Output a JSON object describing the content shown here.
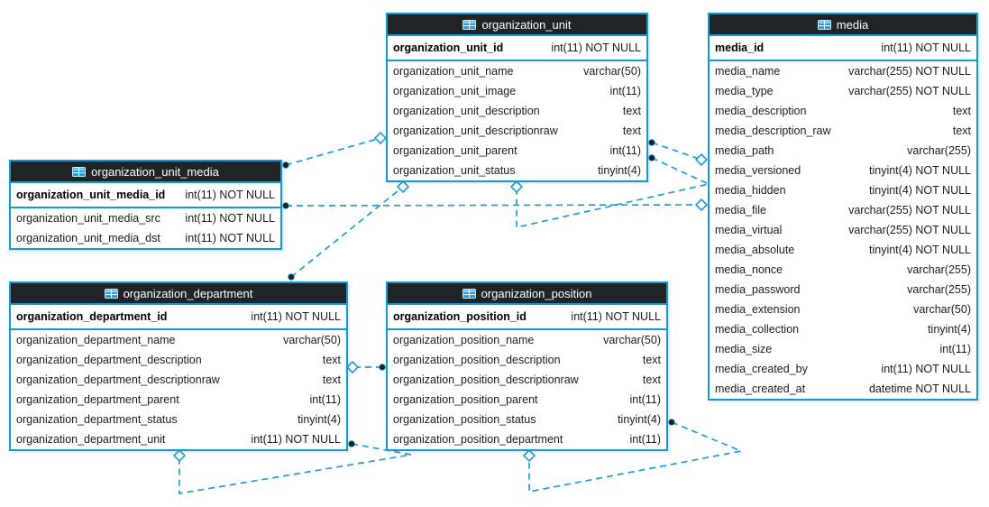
{
  "diagram": {
    "background_color": "#ffffff",
    "table_border_color": "#0c9bd8",
    "table_header_bg": "#202427",
    "table_header_text_color": "#ffffff",
    "relation_line_color": "#1a9cd8"
  },
  "tables": {
    "organization_unit": {
      "title": "organization_unit",
      "pk": {
        "name": "organization_unit_id",
        "type": "int(11) NOT NULL"
      },
      "columns": [
        {
          "name": "organization_unit_name",
          "type": "varchar(50)"
        },
        {
          "name": "organization_unit_image",
          "type": "int(11)"
        },
        {
          "name": "organization_unit_description",
          "type": "text"
        },
        {
          "name": "organization_unit_descriptionraw",
          "type": "text"
        },
        {
          "name": "organization_unit_parent",
          "type": "int(11)"
        },
        {
          "name": "organization_unit_status",
          "type": "tinyint(4)"
        }
      ]
    },
    "media": {
      "title": "media",
      "pk": {
        "name": "media_id",
        "type": "int(11) NOT NULL"
      },
      "columns": [
        {
          "name": "media_name",
          "type": "varchar(255) NOT NULL"
        },
        {
          "name": "media_type",
          "type": "varchar(255) NOT NULL"
        },
        {
          "name": "media_description",
          "type": "text"
        },
        {
          "name": "media_description_raw",
          "type": "text"
        },
        {
          "name": "media_path",
          "type": "varchar(255)"
        },
        {
          "name": "media_versioned",
          "type": "tinyint(4) NOT NULL"
        },
        {
          "name": "media_hidden",
          "type": "tinyint(4) NOT NULL"
        },
        {
          "name": "media_file",
          "type": "varchar(255) NOT NULL"
        },
        {
          "name": "media_virtual",
          "type": "varchar(255) NOT NULL"
        },
        {
          "name": "media_absolute",
          "type": "tinyint(4) NOT NULL"
        },
        {
          "name": "media_nonce",
          "type": "varchar(255)"
        },
        {
          "name": "media_password",
          "type": "varchar(255)"
        },
        {
          "name": "media_extension",
          "type": "varchar(50)"
        },
        {
          "name": "media_collection",
          "type": "tinyint(4)"
        },
        {
          "name": "media_size",
          "type": "int(11)"
        },
        {
          "name": "media_created_by",
          "type": "int(11) NOT NULL"
        },
        {
          "name": "media_created_at",
          "type": "datetime NOT NULL"
        }
      ]
    },
    "organization_unit_media": {
      "title": "organization_unit_media",
      "pk": {
        "name": "organization_unit_media_id",
        "type": "int(11) NOT NULL"
      },
      "columns": [
        {
          "name": "organization_unit_media_src",
          "type": "int(11) NOT NULL"
        },
        {
          "name": "organization_unit_media_dst",
          "type": "int(11) NOT NULL"
        }
      ]
    },
    "organization_department": {
      "title": "organization_department",
      "pk": {
        "name": "organization_department_id",
        "type": "int(11) NOT NULL"
      },
      "columns": [
        {
          "name": "organization_department_name",
          "type": "varchar(50)"
        },
        {
          "name": "organization_department_description",
          "type": "text"
        },
        {
          "name": "organization_department_descriptionraw",
          "type": "text"
        },
        {
          "name": "organization_department_parent",
          "type": "int(11)"
        },
        {
          "name": "organization_department_status",
          "type": "tinyint(4)"
        },
        {
          "name": "organization_department_unit",
          "type": "int(11) NOT NULL"
        }
      ]
    },
    "organization_position": {
      "title": "organization_position",
      "pk": {
        "name": "organization_position_id",
        "type": "int(11) NOT NULL"
      },
      "columns": [
        {
          "name": "organization_position_name",
          "type": "varchar(50)"
        },
        {
          "name": "organization_position_description",
          "type": "text"
        },
        {
          "name": "organization_position_descriptionraw",
          "type": "text"
        },
        {
          "name": "organization_position_parent",
          "type": "int(11)"
        },
        {
          "name": "organization_position_status",
          "type": "tinyint(4)"
        },
        {
          "name": "organization_position_department",
          "type": "int(11)"
        }
      ]
    }
  },
  "relations": [
    {
      "from": "organization_unit_media",
      "to": "organization_unit"
    },
    {
      "from": "organization_unit_media",
      "to": "media"
    },
    {
      "from": "organization_unit",
      "to": "media"
    },
    {
      "from": "organization_unit",
      "to": "organization_unit"
    },
    {
      "from": "organization_department",
      "to": "organization_unit"
    },
    {
      "from": "organization_position",
      "to": "organization_department"
    },
    {
      "from": "organization_department",
      "to": "organization_department"
    },
    {
      "from": "organization_position",
      "to": "organization_position"
    }
  ]
}
